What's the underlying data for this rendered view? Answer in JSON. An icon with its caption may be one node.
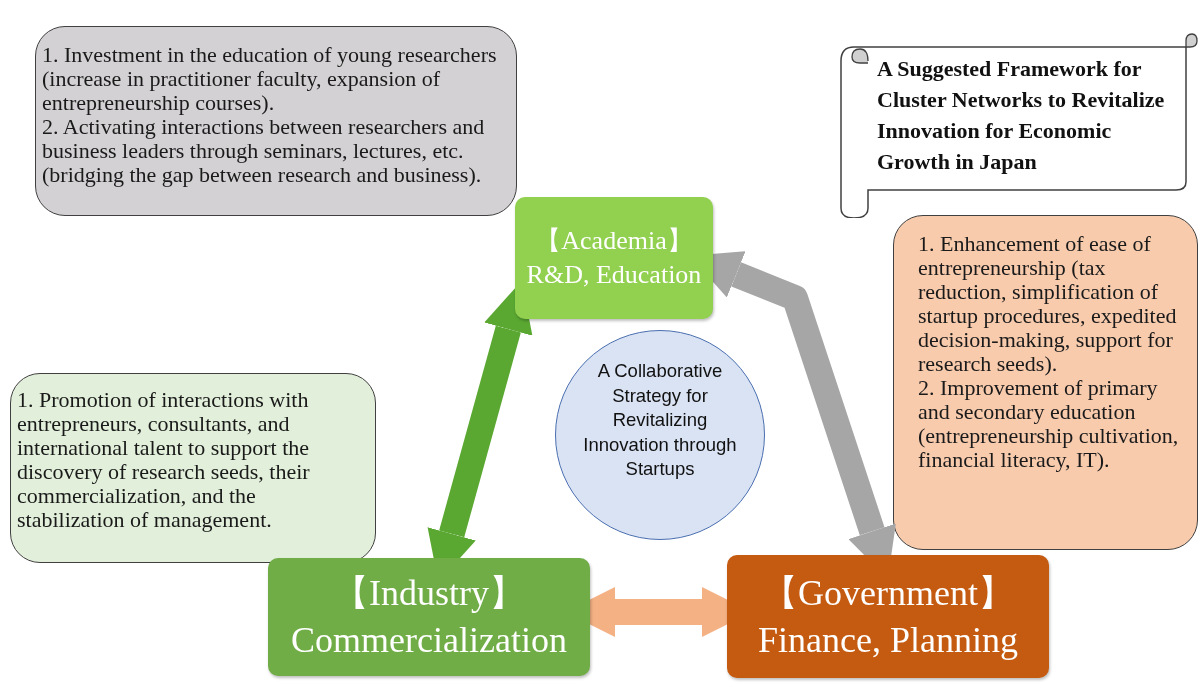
{
  "diagram": {
    "nodes": [
      {
        "text": [
          "A Suggested Framework for Cluster Networks to Revitalize Innovation for Economic Growth in Japan"
        ]
      },
      {
        "text": [
          "1. Investment in the education of young researchers (increase in practitioner faculty, expansion of entrepreneurship courses).",
          "2. Activating interactions between researchers and business leaders through seminars, lectures, etc. (bridging the gap between research and business)."
        ]
      },
      {
        "text": [
          "【Academia】 R&D, Education"
        ]
      },
      {
        "text": [
          "1. Enhancement of ease of entrepreneurship (tax reduction, simplification of startup procedures, expedited decision-making, support for research seeds).",
          "2. Improvement of primary and secondary education (entrepreneurship cultivation, financial literacy, IT)."
        ]
      },
      {
        "text": [
          "1. Promotion of interactions with entrepreneurs, consultants, and international talent to support the discovery of research seeds, their commercialization, and the stabilization of management."
        ]
      },
      {
        "text": [
          "A Collaborative Strategy for Revitalizing Innovation through Startups"
        ]
      },
      {
        "text": [
          "【Industry】 Commercialization"
        ]
      },
      {
        "text": [
          "【Government】 Finance, Planning"
        ]
      }
    ],
    "edges": [
      {
        "from": 2,
        "to": 6,
        "arrow": "both",
        "color": "#5aa832"
      },
      {
        "from": 2,
        "to": 7,
        "arrow": "both",
        "color": "#a6a6a6"
      },
      {
        "from": 6,
        "to": 7,
        "arrow": "both",
        "color": "#f4b183"
      }
    ]
  }
}
